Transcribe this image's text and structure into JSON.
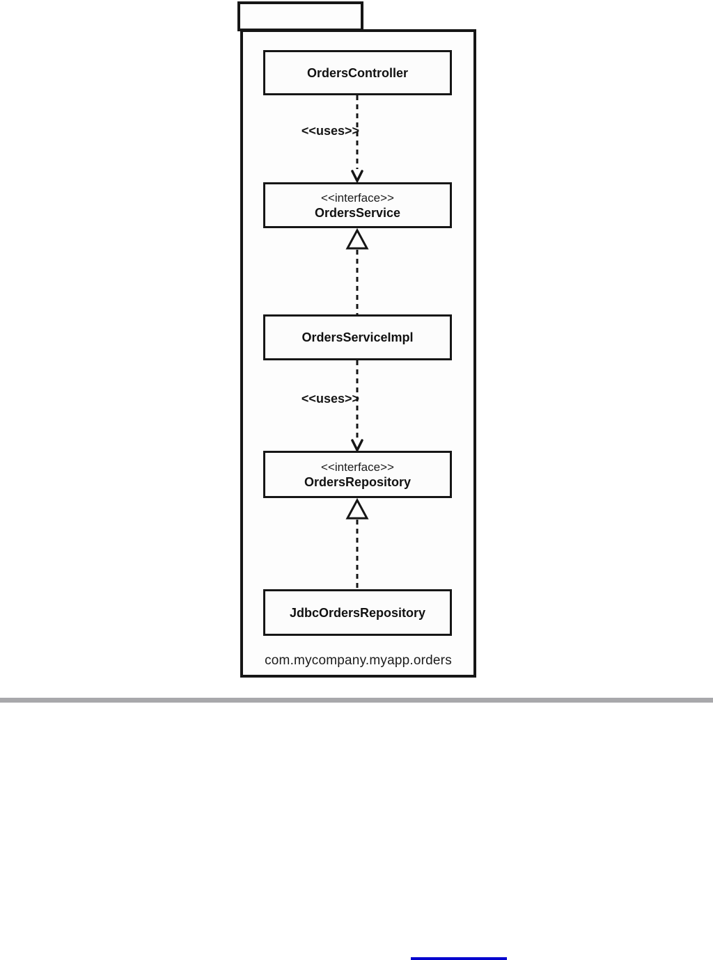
{
  "diagram": {
    "package": {
      "name": "com.mycompany.myapp.orders"
    },
    "nodes": [
      {
        "name": "OrdersController",
        "stereotype": ""
      },
      {
        "name": "OrdersService",
        "stereotype": "<<interface>>"
      },
      {
        "name": "OrdersServiceImpl",
        "stereotype": ""
      },
      {
        "name": "OrdersRepository",
        "stereotype": "<<interface>>"
      },
      {
        "name": "JdbcOrdersRepository",
        "stereotype": ""
      }
    ],
    "edges": [
      {
        "from": "OrdersController",
        "to": "OrdersService",
        "type": "dependency",
        "label": "<<uses>>"
      },
      {
        "from": "OrdersServiceImpl",
        "to": "OrdersService",
        "type": "realization",
        "label": ""
      },
      {
        "from": "OrdersServiceImpl",
        "to": "OrdersRepository",
        "type": "dependency",
        "label": "<<uses>>"
      },
      {
        "from": "JdbcOrdersRepository",
        "to": "OrdersRepository",
        "type": "realization",
        "label": ""
      }
    ],
    "colors": {
      "line": "#161616",
      "box_fill": "#fcfcfc",
      "background": "#ffffff"
    }
  },
  "divider": {
    "color": "#a8a8ab"
  },
  "clipped_link": {
    "color": "#0101cd"
  }
}
